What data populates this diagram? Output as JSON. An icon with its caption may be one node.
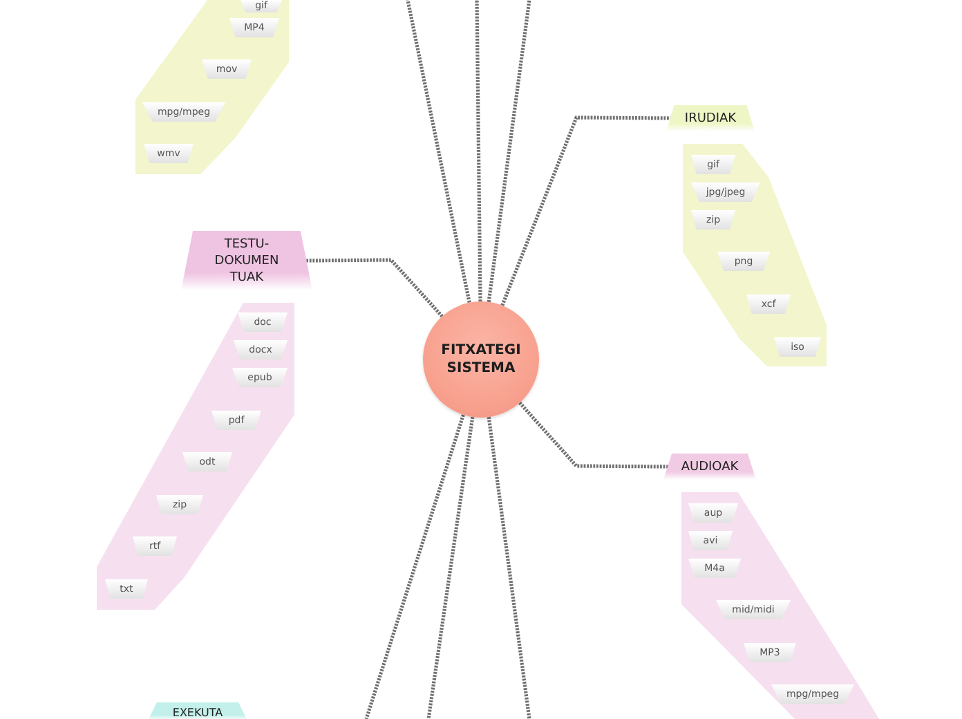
{
  "diagram": {
    "nodes": [
      {
        "text": [
          "FITXATEGI SISTEMA"
        ]
      },
      {
        "text": [],
        "shape": "polygon"
      },
      {
        "text": [
          "gif"
        ],
        "in": 1
      },
      {
        "text": [
          "MP4"
        ],
        "in": 1
      },
      {
        "text": [
          "mov"
        ],
        "in": 1
      },
      {
        "text": [
          "mpg/mpeg"
        ],
        "in": 1
      },
      {
        "text": [
          "wmv"
        ],
        "in": 1
      },
      {
        "text": [
          "IRUDIAK"
        ]
      },
      {
        "text": [],
        "shape": "polygon"
      },
      {
        "text": [
          "gif"
        ],
        "in": 8
      },
      {
        "text": [
          "jpg/jpeg"
        ],
        "in": 8
      },
      {
        "text": [
          "zip"
        ],
        "in": 8
      },
      {
        "text": [
          "png"
        ],
        "in": 8
      },
      {
        "text": [
          "xcf"
        ],
        "in": 8
      },
      {
        "text": [
          "iso"
        ],
        "in": 8
      },
      {
        "text": [
          "TESTU- DOKUMEN TUAK"
        ]
      },
      {
        "text": [],
        "shape": "polygon"
      },
      {
        "text": [
          "doc"
        ],
        "in": 16
      },
      {
        "text": [
          "docx"
        ],
        "in": 16
      },
      {
        "text": [
          "epub"
        ],
        "in": 16
      },
      {
        "text": [
          "pdf"
        ],
        "in": 16
      },
      {
        "text": [
          "odt"
        ],
        "in": 16
      },
      {
        "text": [
          "zip"
        ],
        "in": 16
      },
      {
        "text": [
          "rtf"
        ],
        "in": 16
      },
      {
        "text": [
          "txt"
        ],
        "in": 16
      },
      {
        "text": [
          "AUDIOAK"
        ]
      },
      {
        "text": [],
        "shape": "polygon"
      },
      {
        "text": [
          "aup"
        ],
        "in": 26
      },
      {
        "text": [
          "avi"
        ],
        "in": 26
      },
      {
        "text": [
          "M4a"
        ],
        "in": 26
      },
      {
        "text": [
          "mid/midi"
        ],
        "in": 26
      },
      {
        "text": [
          "MP3"
        ],
        "in": 26
      },
      {
        "text": [
          "mpg/mpeg"
        ],
        "in": 26
      },
      {
        "text": [
          "EXEKUTA"
        ]
      }
    ],
    "edges": [
      {
        "from": 0,
        "to": 7,
        "arrow": "none",
        "style": "dashed"
      },
      {
        "from": 0,
        "to": 25,
        "arrow": "none",
        "style": "dashed"
      },
      {
        "from": 0,
        "to": 15,
        "arrow": "none",
        "style": "dashed"
      },
      {
        "from": 0,
        "to": null,
        "arrow": "none",
        "style": "dashed"
      },
      {
        "from": 0,
        "to": null,
        "arrow": "none",
        "style": "dashed"
      },
      {
        "from": 0,
        "to": null,
        "arrow": "none",
        "style": "dashed"
      },
      {
        "from": 0,
        "to": null,
        "arrow": "none",
        "style": "dashed"
      },
      {
        "from": 0,
        "to": null,
        "arrow": "none",
        "style": "dashed"
      },
      {
        "from": 0,
        "to": null,
        "arrow": "none",
        "style": "dashed"
      }
    ]
  }
}
